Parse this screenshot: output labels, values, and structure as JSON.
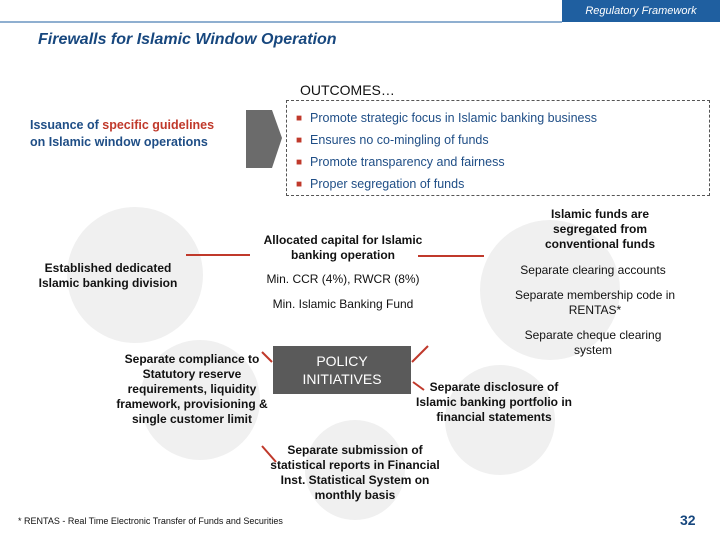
{
  "header": {
    "badge": "Regulatory Framework",
    "title": "Firewalls for Islamic Window Operation"
  },
  "outcomes": {
    "title": "OUTCOMES…",
    "items": [
      "Promote strategic  focus in Islamic banking business",
      "Ensures no co-mingling of funds",
      "Promote transparency and fairness",
      "Proper segregation of funds"
    ]
  },
  "issuance": {
    "prefix": "Issuance of ",
    "highlight": "specific guidelines",
    "suffix": "on Islamic window operations"
  },
  "policy": {
    "line1": "POLICY",
    "line2": "INITIATIVES"
  },
  "nodes": {
    "dedicated_division": "Established dedicated Islamic banking division",
    "allocated_capital": "Allocated capital for Islamic banking operation",
    "min_ccr": "Min. CCR (4%), RWCR (8%)",
    "min_fund": "Min. Islamic Banking Fund",
    "funds_segregated": "Islamic funds are segregated from conventional funds",
    "clearing_accounts": "Separate clearing accounts",
    "membership_code": "Separate membership code in RENTAS*",
    "cheque_clearing": "Separate cheque clearing system",
    "compliance": "Separate compliance to Statutory reserve requirements, liquidity framework, provisioning & single customer limit",
    "disclosure": "Separate disclosure of Islamic banking portfolio in financial statements",
    "submission": "Separate submission of statistical reports in Financial Inst. Statistical System on monthly basis"
  },
  "footer": {
    "footnote": "* RENTAS - Real Time Electronic Transfer of Funds and Securities",
    "page_number": "32"
  },
  "colors": {
    "accent_blue": "#1f5fa0",
    "title_blue": "#17477e",
    "red": "#c0392b",
    "box_gray": "#5a5a5a"
  }
}
